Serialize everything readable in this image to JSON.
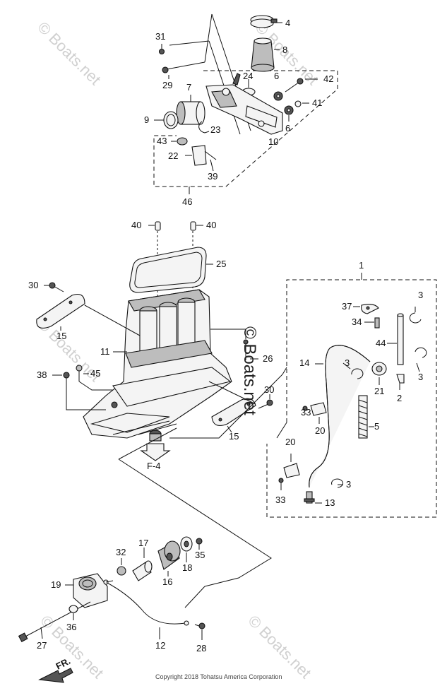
{
  "callouts": [
    {
      "id": "c4",
      "label": "4"
    },
    {
      "id": "c8",
      "label": "8"
    },
    {
      "id": "c31",
      "label": "31"
    },
    {
      "id": "c29",
      "label": "29"
    },
    {
      "id": "c24",
      "label": "24"
    },
    {
      "id": "c6a",
      "label": "6"
    },
    {
      "id": "c42",
      "label": "42"
    },
    {
      "id": "c7",
      "label": "7"
    },
    {
      "id": "c41",
      "label": "41"
    },
    {
      "id": "c9",
      "label": "9"
    },
    {
      "id": "c6b",
      "label": "6"
    },
    {
      "id": "c23",
      "label": "23"
    },
    {
      "id": "c43",
      "label": "43"
    },
    {
      "id": "c10",
      "label": "10"
    },
    {
      "id": "c22",
      "label": "22"
    },
    {
      "id": "c39",
      "label": "39"
    },
    {
      "id": "c46",
      "label": "46"
    },
    {
      "id": "c40a",
      "label": "40"
    },
    {
      "id": "c40b",
      "label": "40"
    },
    {
      "id": "c25",
      "label": "25"
    },
    {
      "id": "c1",
      "label": "1"
    },
    {
      "id": "c30a",
      "label": "30"
    },
    {
      "id": "c37",
      "label": "37"
    },
    {
      "id": "c3a",
      "label": "3"
    },
    {
      "id": "c34",
      "label": "34"
    },
    {
      "id": "c15a",
      "label": "15"
    },
    {
      "id": "c44",
      "label": "44"
    },
    {
      "id": "c11",
      "label": "11"
    },
    {
      "id": "c26",
      "label": "26"
    },
    {
      "id": "c14",
      "label": "14"
    },
    {
      "id": "c3b",
      "label": "3"
    },
    {
      "id": "c3c",
      "label": "3"
    },
    {
      "id": "c38",
      "label": "38"
    },
    {
      "id": "c45",
      "label": "45"
    },
    {
      "id": "c21",
      "label": "21"
    },
    {
      "id": "c33a",
      "label": "33"
    },
    {
      "id": "c2",
      "label": "2"
    },
    {
      "id": "c30b",
      "label": "30"
    },
    {
      "id": "c20a",
      "label": "20"
    },
    {
      "id": "c5",
      "label": "5"
    },
    {
      "id": "c15b",
      "label": "15"
    },
    {
      "id": "c20b",
      "label": "20"
    },
    {
      "id": "cF4",
      "label": "F-4"
    },
    {
      "id": "c3d",
      "label": "3"
    },
    {
      "id": "c33b",
      "label": "33"
    },
    {
      "id": "c13",
      "label": "13"
    },
    {
      "id": "c17",
      "label": "17"
    },
    {
      "id": "c32",
      "label": "32"
    },
    {
      "id": "c35",
      "label": "35"
    },
    {
      "id": "c18",
      "label": "18"
    },
    {
      "id": "c16",
      "label": "16"
    },
    {
      "id": "c19",
      "label": "19"
    },
    {
      "id": "c36",
      "label": "36"
    },
    {
      "id": "c27",
      "label": "27"
    },
    {
      "id": "c12",
      "label": "12"
    },
    {
      "id": "c28",
      "label": "28"
    }
  ],
  "direction_label": "FR.",
  "watermarks": {
    "center": "© Boats.net",
    "faded": "© Boats.net"
  },
  "copyright": "Copyright 2018 Tohatsu America Corporation",
  "colors": {
    "line": "#111111",
    "watermark": "#d0d0d0",
    "background": "#ffffff"
  }
}
